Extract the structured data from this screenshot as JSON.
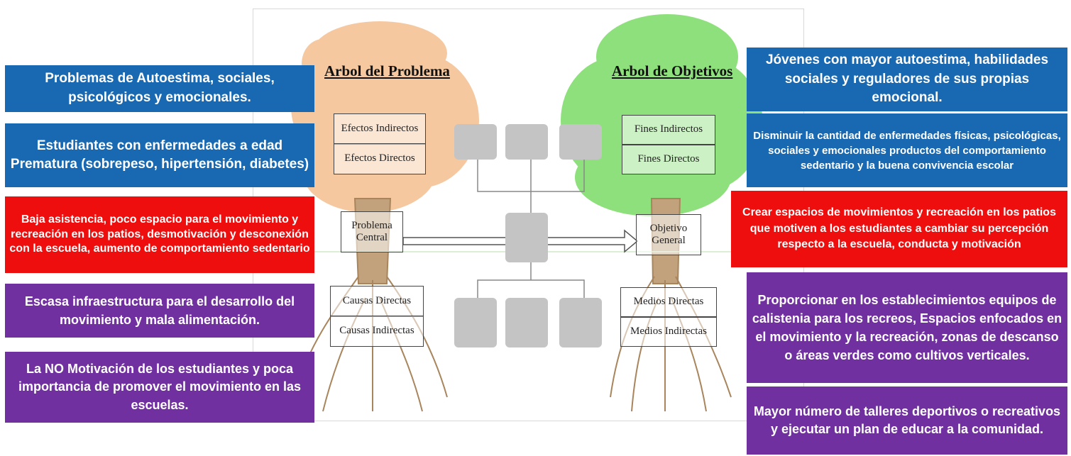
{
  "diagram": {
    "left_tree_title": "Arbol del Problema",
    "right_tree_title": "Arbol de Objetivos",
    "left_boxes": {
      "effects_indirect": "Efectos Indirectos",
      "effects_direct": "Efectos Directos",
      "central_problem": "Problema Central",
      "causes_direct": "Causas Directas",
      "causes_indirect": "Causas Indirectas"
    },
    "right_boxes": {
      "ends_indirect": "Fines Indirectos",
      "ends_direct": "Fines Directos",
      "general_objective": "Objetivo General",
      "means_direct": "Medios Directas",
      "means_indirect": "Medios Indirectas"
    },
    "colors": {
      "problem_tree": "#f5c8a0",
      "objective_tree": "#8ee07c",
      "trunk": "#c2a27c",
      "box_gray": "#c4c4c4"
    }
  },
  "left_labels": [
    {
      "text": "Problemas de Autoestima, sociales, psicológicos y emocionales.",
      "color": "#1868b2"
    },
    {
      "text": "Estudiantes con enfermedades a edad Prematura (sobrepeso, hipertensión, diabetes)",
      "color": "#1868b2"
    },
    {
      "text": "Baja asistencia, poco espacio para el movimiento y recreación en los patios, desmotivación y desconexión con la escuela, aumento de comportamiento sedentario",
      "color": "#ee0e0e"
    },
    {
      "text": "Escasa infraestructura para el desarrollo del movimiento y mala alimentación.",
      "color": "#7030a0"
    },
    {
      "text": "La NO Motivación de los estudiantes y poca importancia de promover el movimiento en las escuelas.",
      "color": "#7030a0"
    }
  ],
  "right_labels": [
    {
      "text": "Jóvenes con mayor autoestima, habilidades sociales y reguladores de sus propias emocional.",
      "color": "#1868b2"
    },
    {
      "text": "Disminuir la cantidad de enfermedades físicas, psicológicas, sociales y emocionales productos del comportamiento sedentario y la buena convivencia escolar",
      "color": "#1868b2"
    },
    {
      "text": "Crear espacios de movimientos y recreación en los patios que motiven a los estudiantes a cambiar su percepción respecto a la escuela, conducta y motivación",
      "color": "#ee0e0e"
    },
    {
      "text": "Proporcionar en los establecimientos equipos de calistenia para los recreos, Espacios enfocados en el movimiento y la recreación, zonas de descanso o áreas verdes como cultivos verticales.",
      "color": "#7030a0"
    },
    {
      "text": "Mayor número de talleres deportivos o recreativos y ejecutar un plan de educar a la comunidad.",
      "color": "#7030a0"
    }
  ]
}
